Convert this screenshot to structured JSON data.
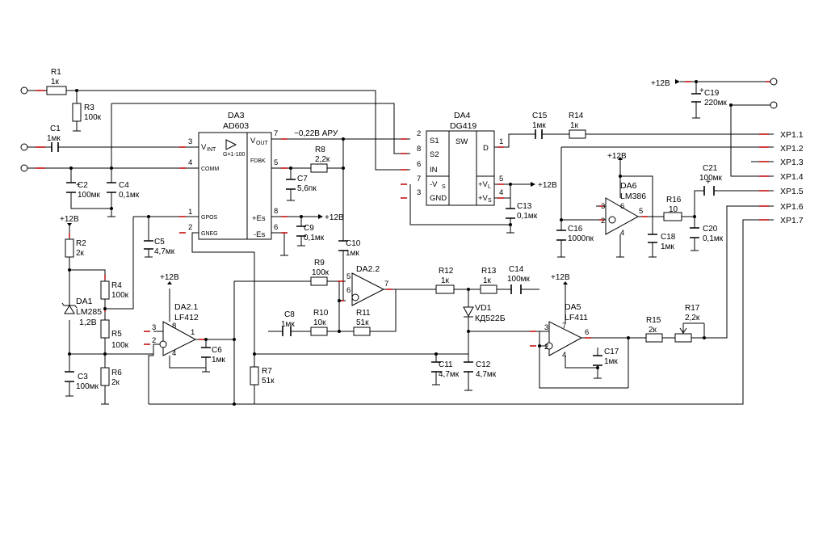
{
  "resistors": {
    "R1": {
      "ref": "R1",
      "value": "1к"
    },
    "R2": {
      "ref": "R2",
      "value": "2к"
    },
    "R3": {
      "ref": "R3",
      "value": "100к"
    },
    "R4": {
      "ref": "R4",
      "value": "100к"
    },
    "R5": {
      "ref": "R5",
      "value": "100к"
    },
    "R6": {
      "ref": "R6",
      "value": "2к"
    },
    "R7": {
      "ref": "R7",
      "value": "51к"
    },
    "R8": {
      "ref": "R8",
      "value": "2,2к"
    },
    "R9": {
      "ref": "R9",
      "value": "100к"
    },
    "R10": {
      "ref": "R10",
      "value": "10к"
    },
    "R11": {
      "ref": "R11",
      "value": "51к"
    },
    "R12": {
      "ref": "R12",
      "value": "1к"
    },
    "R13": {
      "ref": "R13",
      "value": "1к"
    },
    "R14": {
      "ref": "R14",
      "value": "1к"
    },
    "R15": {
      "ref": "R15",
      "value": "2к"
    },
    "R16": {
      "ref": "R16",
      "value": "10"
    },
    "R17": {
      "ref": "R17",
      "value": "2,2к"
    }
  },
  "capacitors": {
    "C1": {
      "ref": "C1",
      "value": "1мк"
    },
    "C2": {
      "ref": "C2",
      "value": "100мк"
    },
    "C3": {
      "ref": "C3",
      "value": "100мк"
    },
    "C4": {
      "ref": "C4",
      "value": "0,1мк"
    },
    "C5": {
      "ref": "C5",
      "value": "4,7мк"
    },
    "C6": {
      "ref": "C6",
      "value": "1мк"
    },
    "C7": {
      "ref": "C7",
      "value": "5,6пк"
    },
    "C8": {
      "ref": "C8",
      "value": "1мк"
    },
    "C9": {
      "ref": "C9",
      "value": "0,1мк"
    },
    "C10": {
      "ref": "C10",
      "value": "1мк"
    },
    "C11": {
      "ref": "C11",
      "value": "4,7мк"
    },
    "C12": {
      "ref": "C12",
      "value": "4,7мк"
    },
    "C13": {
      "ref": "C13",
      "value": "0,1мк"
    },
    "C14": {
      "ref": "C14",
      "value": "100мк"
    },
    "C15": {
      "ref": "C15",
      "value": "1мк"
    },
    "C16": {
      "ref": "C16",
      "value": "1000пк"
    },
    "C17": {
      "ref": "C17",
      "value": "1мк"
    },
    "C18": {
      "ref": "C18",
      "value": "1мк"
    },
    "C19": {
      "ref": "C19",
      "value": "220мк"
    },
    "C20": {
      "ref": "C20",
      "value": "0,1мк"
    },
    "C21": {
      "ref": "C21",
      "value": "100мк"
    }
  },
  "chips": {
    "DA3": {
      "ref": "DA3",
      "part": "AD603",
      "gain": "G=1-100"
    },
    "DA4": {
      "ref": "DA4",
      "part": "DG419",
      "sw": "SW"
    },
    "DA21": {
      "ref": "DA2.1",
      "part": "LF412"
    },
    "DA22": {
      "ref": "DA2.2"
    },
    "DA5": {
      "ref": "DA5",
      "part": "LF411"
    },
    "DA6": {
      "ref": "DA6",
      "part": "LM386"
    },
    "DA1": {
      "ref": "DA1",
      "part": "LM285",
      "value": "1,2В"
    },
    "VD1": {
      "ref": "VD1",
      "part": "КД522Б"
    }
  },
  "pins_da3": {
    "vint": "V",
    "vint_sub": "INT",
    "comm": "COMM",
    "gpos": "GPOS",
    "gneg": "GNEG",
    "vout": "V",
    "vout_sub": "OUT",
    "fdbk": "FDBK",
    "pes": "+Es",
    "mes": "-Es"
  },
  "pins_da4": {
    "s1": "S1",
    "s2": "S2",
    "in": "IN",
    "mvs": "-V",
    "mvs_sub": "S",
    "gnd": "GND",
    "d": "D",
    "pvl": "+V",
    "pvl_sub": "L",
    "pvs": "+V",
    "pvs_sub": "S"
  },
  "pin_numbers": {
    "p1": "1",
    "p2": "2",
    "p3": "3",
    "p4": "4",
    "p5": "5",
    "p6": "6",
    "p7": "7",
    "p8": "8"
  },
  "supply": {
    "v12": "+12В"
  },
  "notes": {
    "aru": "~0,22В АРУ"
  },
  "connectors": {
    "xp11": "XP1.1",
    "xp12": "XP1.2",
    "xp13": "XP1.3",
    "xp14": "XP1.4",
    "xp15": "XP1.5",
    "xp16": "XP1.6",
    "xp17": "XP1.7"
  }
}
